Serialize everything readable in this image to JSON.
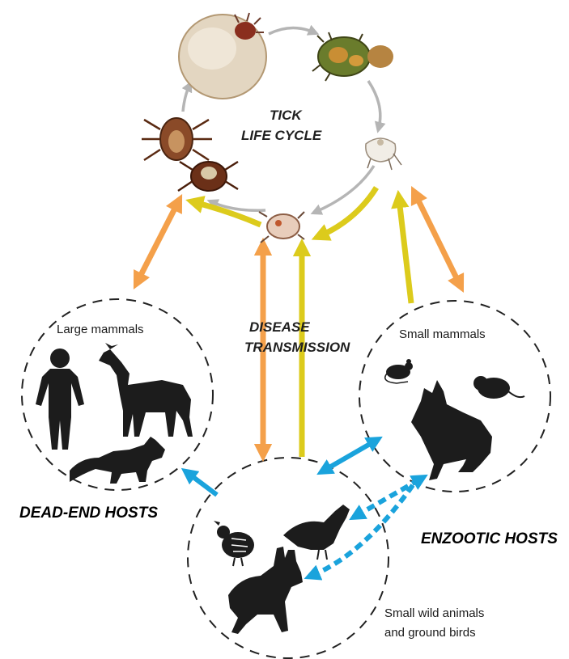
{
  "diagram": {
    "cycle_title_line1": "TICK",
    "cycle_title_line2": "LIFE CYCLE",
    "transmission_line1": "DISEASE",
    "transmission_line2": "TRANSMISSION",
    "large_mammals_label": "Large mammals",
    "small_mammals_label": "Small mammals",
    "small_wild_line1": "Small wild animals",
    "small_wild_line2": "and ground birds",
    "dead_end_label": "DEAD-END HOSTS",
    "enzootic_label": "ENZOOTIC HOSTS"
  },
  "colors": {
    "orange_arrow": "#f4a04a",
    "yellow_arrow": "#dccb1c",
    "blue_arrow": "#1aa3dc",
    "gray_arrow": "#b5b5b5",
    "silhouette": "#1c1c1c"
  },
  "icons": [
    "engorged-tick-icon",
    "larva-tick-icon",
    "egg-cluster-icon",
    "nymph-tick-icon",
    "adult-ticks-icon",
    "human-icon",
    "deer-icon",
    "fox-icon",
    "mouse-icon",
    "vole-icon",
    "hare-icon",
    "quail-icon",
    "grouse-icon"
  ]
}
